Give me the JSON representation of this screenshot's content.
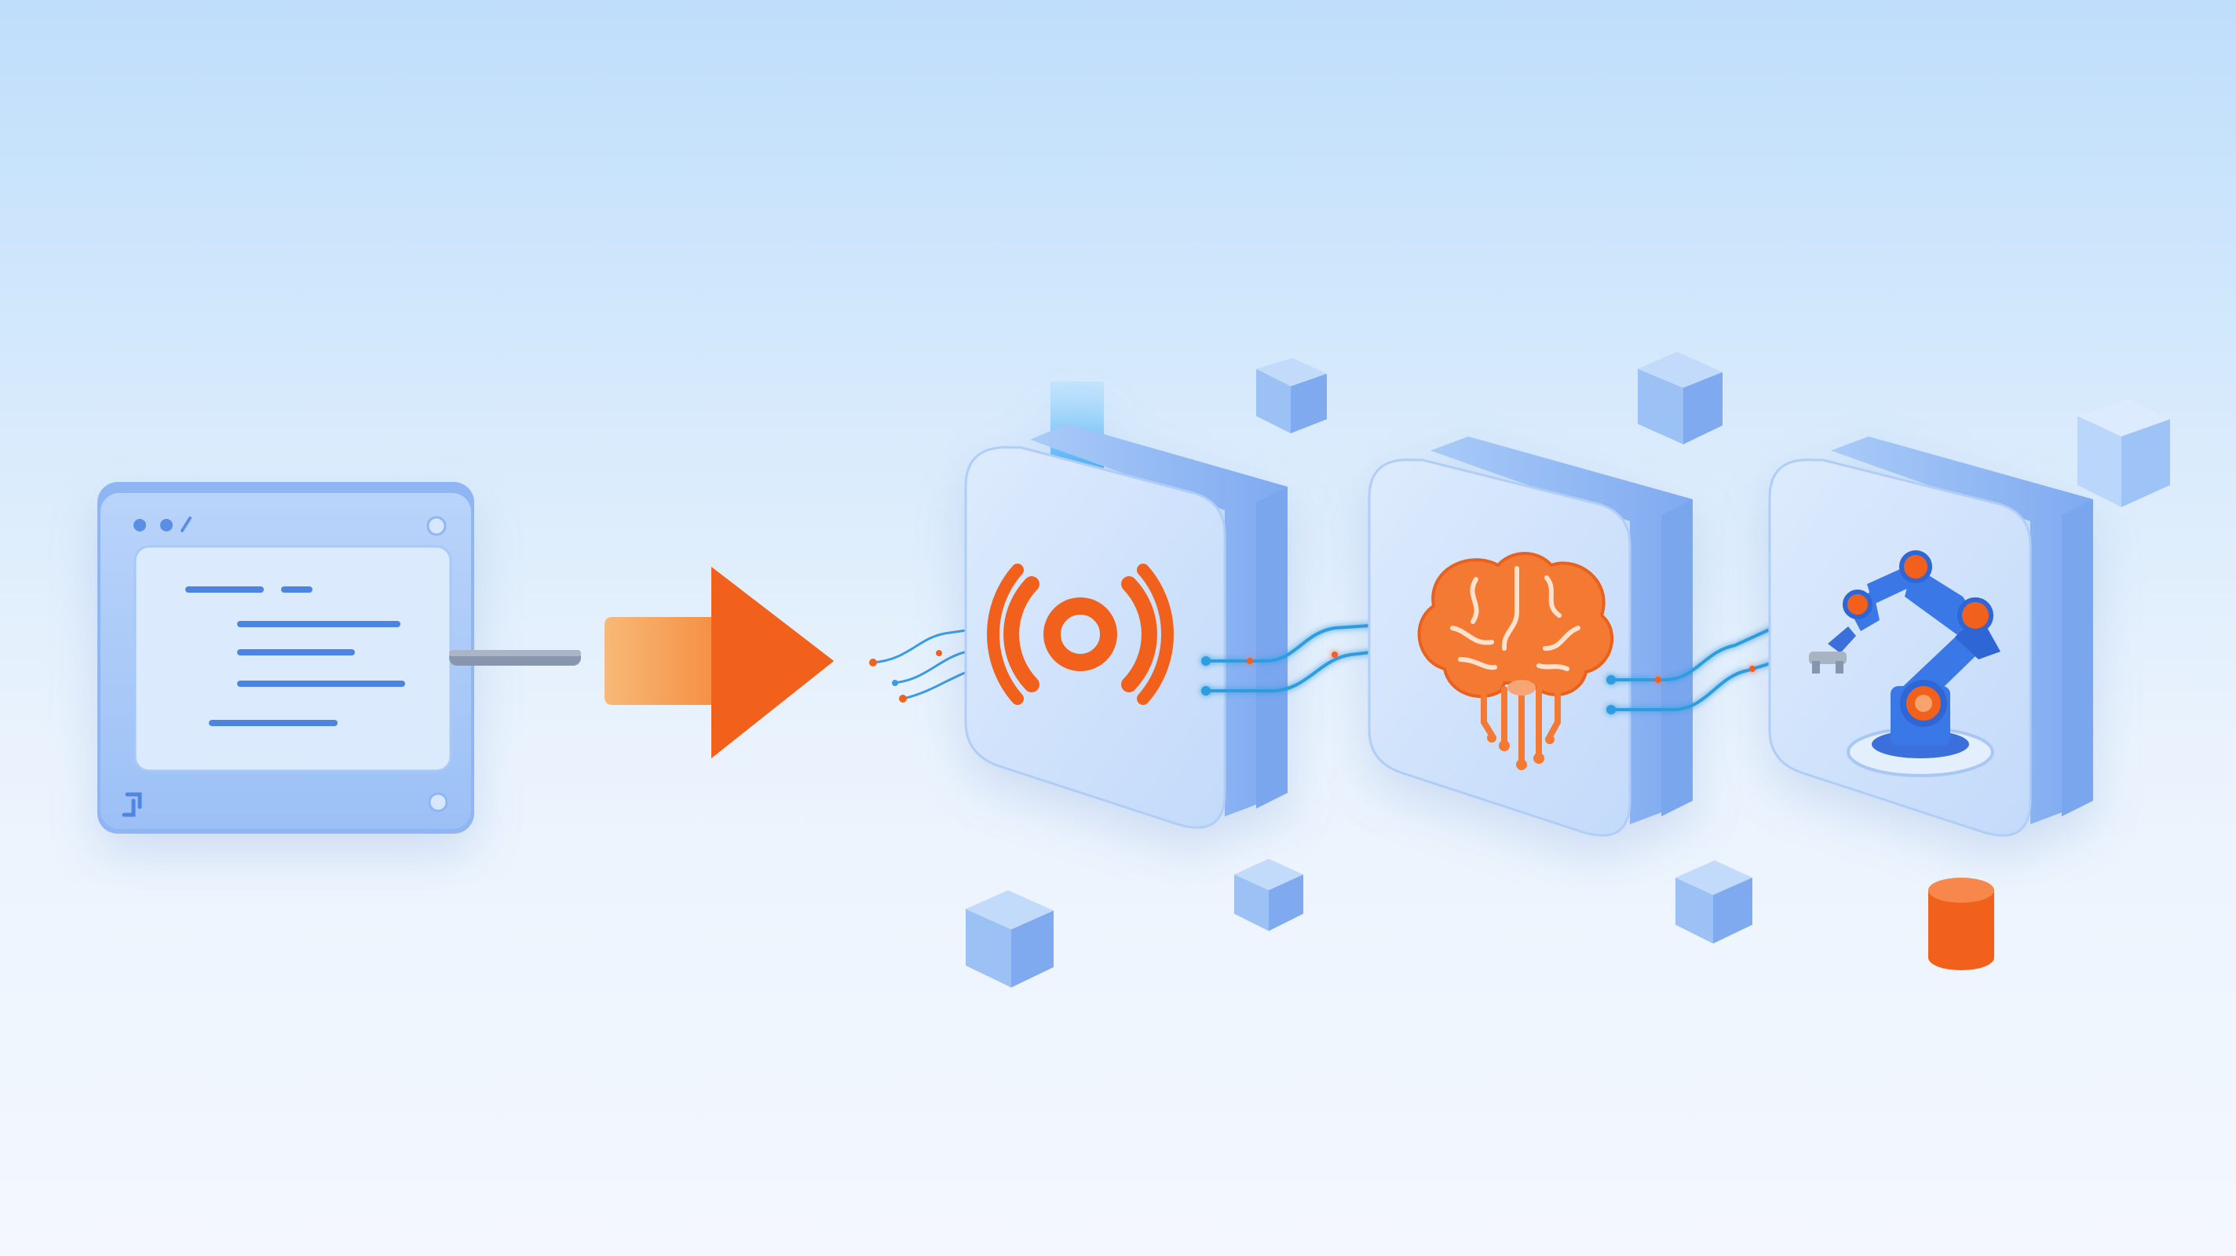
{
  "diagram": {
    "type": "pipeline",
    "stages": [
      {
        "id": "input-window",
        "icon": "text-document-window-icon"
      },
      {
        "id": "flow-arrow",
        "icon": "arrow-right-icon"
      },
      {
        "id": "stage-signal",
        "icon": "broadcast-signal-icon"
      },
      {
        "id": "stage-brain",
        "icon": "brain-circuit-icon"
      },
      {
        "id": "stage-robot",
        "icon": "robotic-arm-icon"
      }
    ],
    "colors": {
      "background_top": "#bfdefb",
      "background_bottom": "#f4f8fe",
      "tile_face": "#cfe3fc",
      "tile_side": "#8fb8f4",
      "accent_orange": "#f26a22",
      "accent_blue": "#3b78e7",
      "connector_blue": "#2f9de0",
      "cube_blue": "#8ab8f2"
    }
  }
}
